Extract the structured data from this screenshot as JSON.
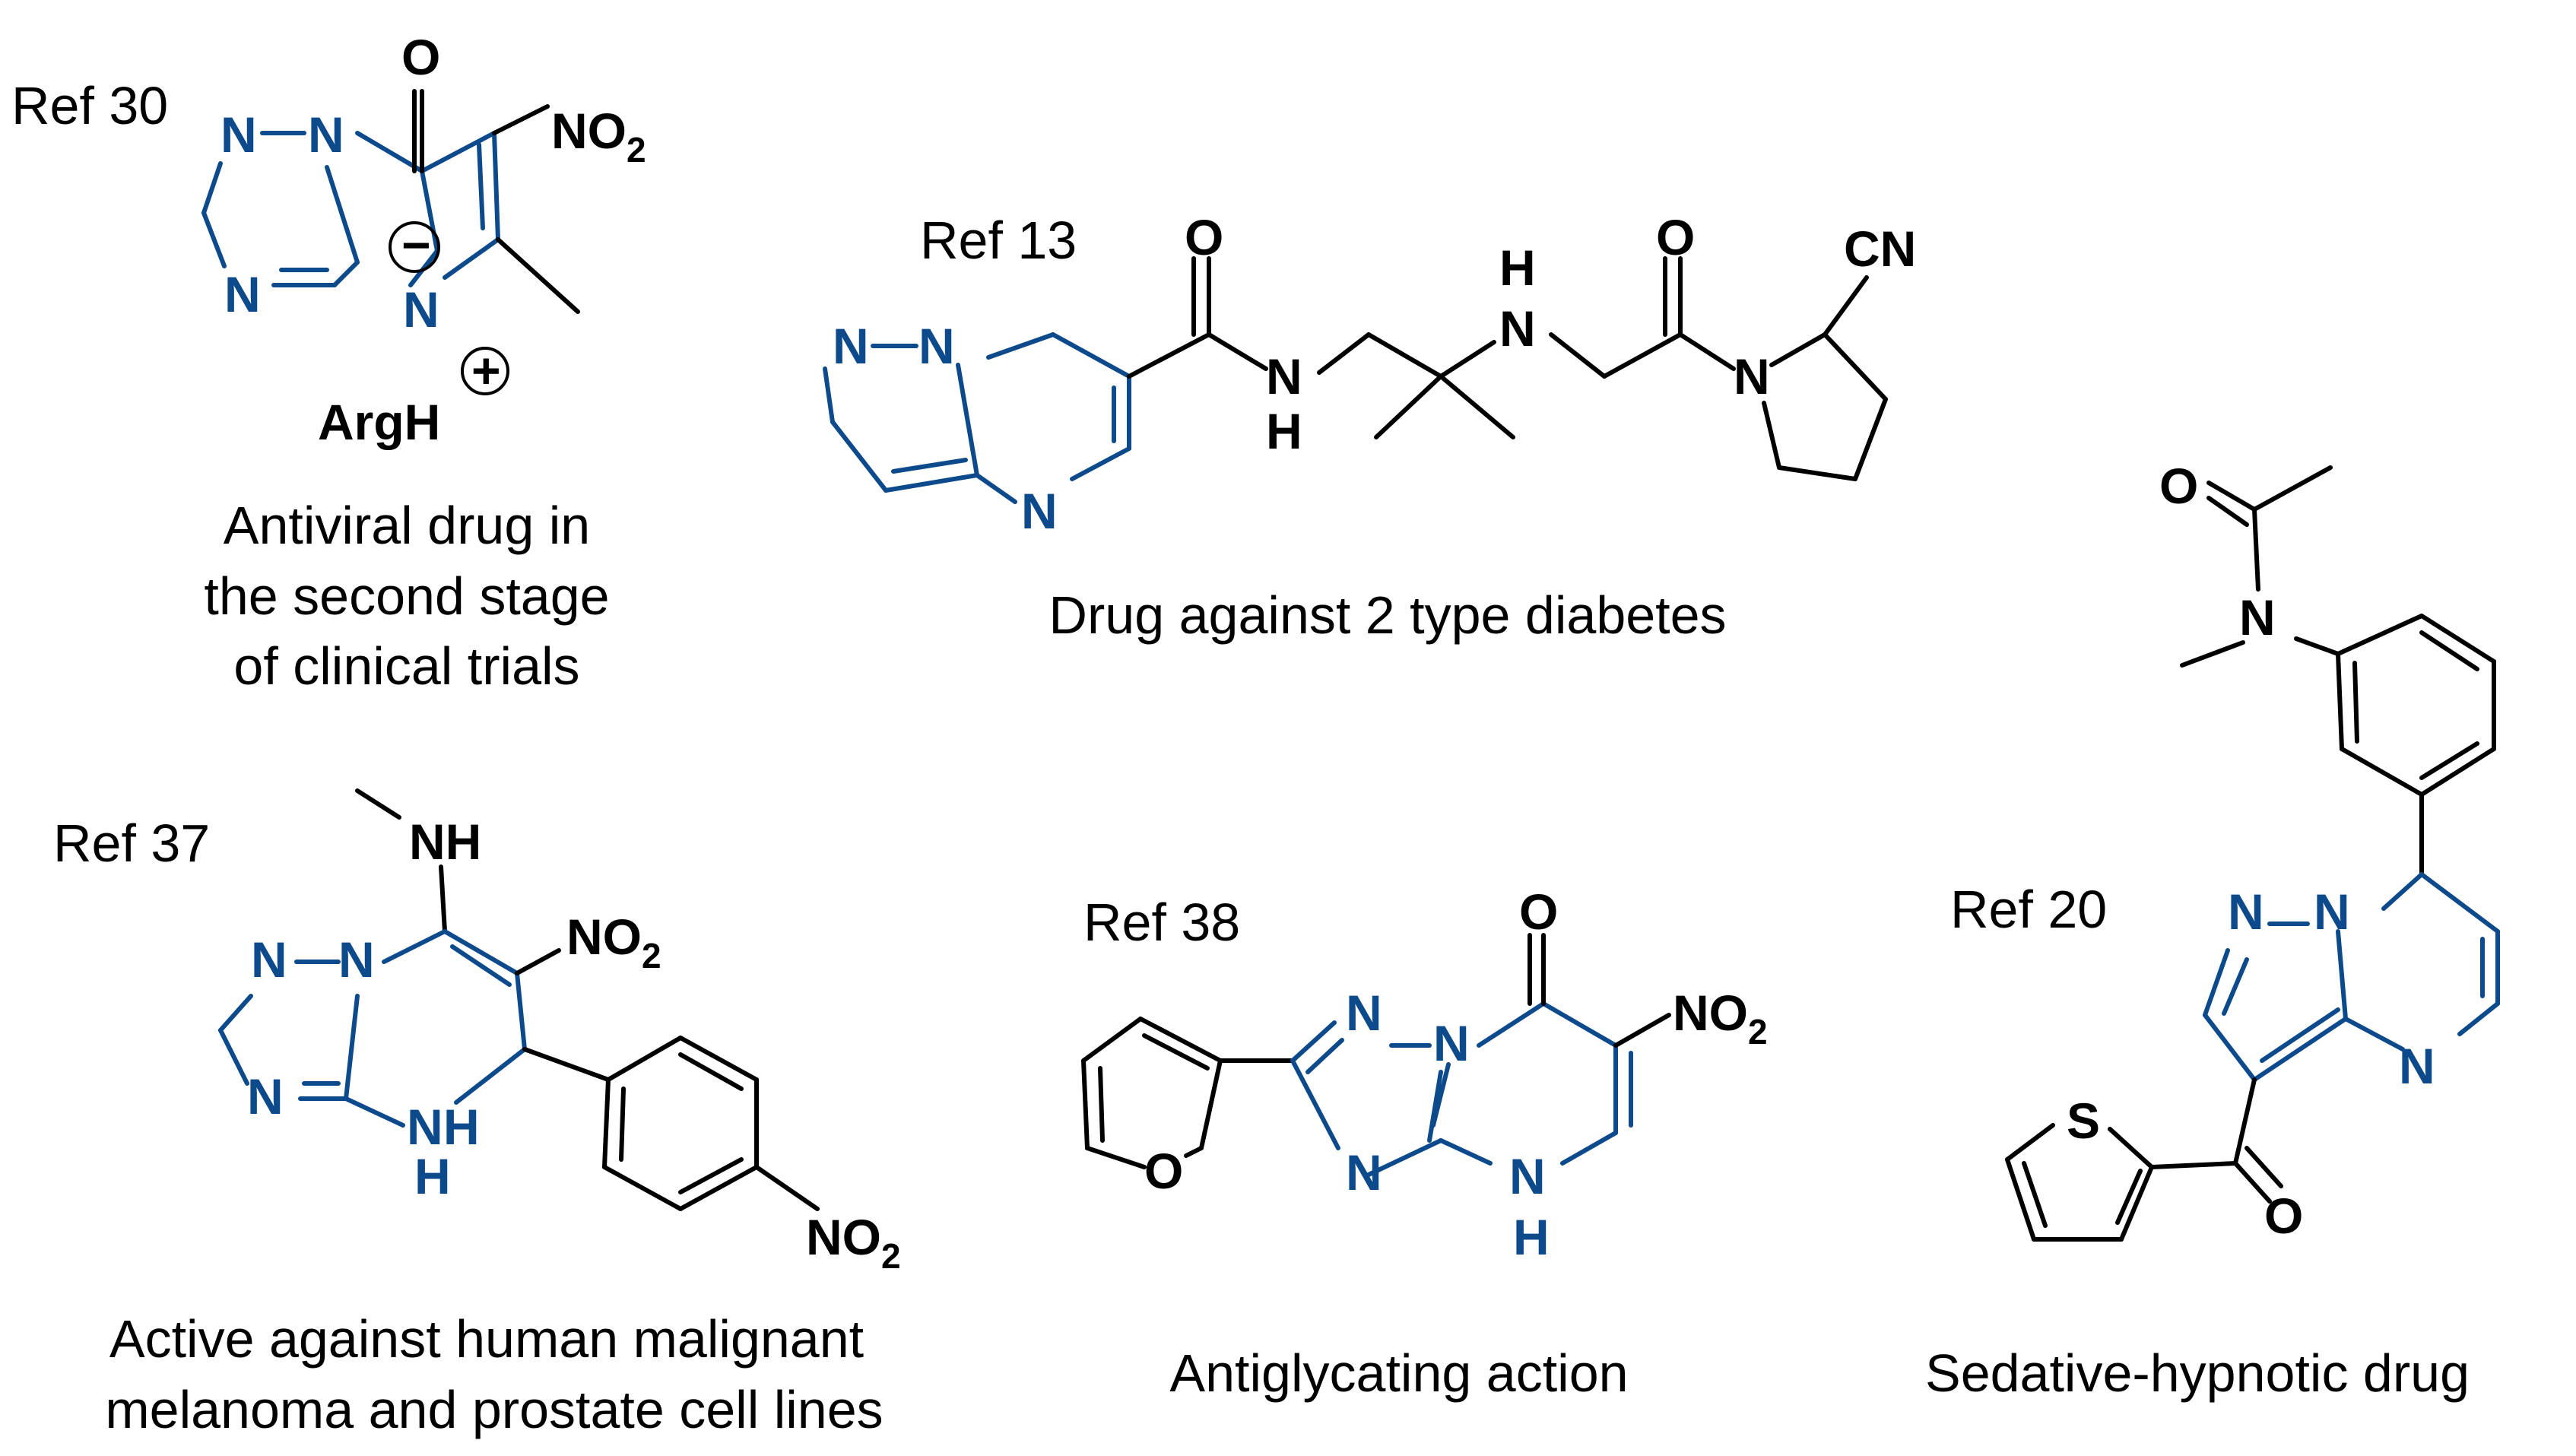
{
  "colors": {
    "scaffold": "#0d4a8c",
    "ink": "#000000"
  },
  "labels": {
    "atom_N": "N",
    "atom_O": "O",
    "atom_S": "S",
    "atom_H": "H",
    "atom_NH": "NH",
    "atom_CN": "CN",
    "atom_NO2": "NO",
    "sub_2": "2",
    "charge_minus": "−",
    "charge_plus": "+",
    "arg": "ArgH"
  },
  "molecules": [
    {
      "id": "ref30",
      "ref": "Ref 30",
      "caption": [
        "Antiviral drug in",
        "the second stage",
        "of clinical trials"
      ]
    },
    {
      "id": "ref13",
      "ref": "Ref 13",
      "caption": [
        "Drug against 2 type diabetes"
      ]
    },
    {
      "id": "ref20",
      "ref": "Ref 20",
      "caption": [
        "Sedative-hypnotic drug"
      ]
    },
    {
      "id": "ref37",
      "ref": "Ref 37",
      "caption": [
        "Active against human malignant",
        "melanoma and prostate cell lines"
      ]
    },
    {
      "id": "ref38",
      "ref": "Ref 38",
      "caption": [
        "Antiglycating action"
      ]
    }
  ]
}
